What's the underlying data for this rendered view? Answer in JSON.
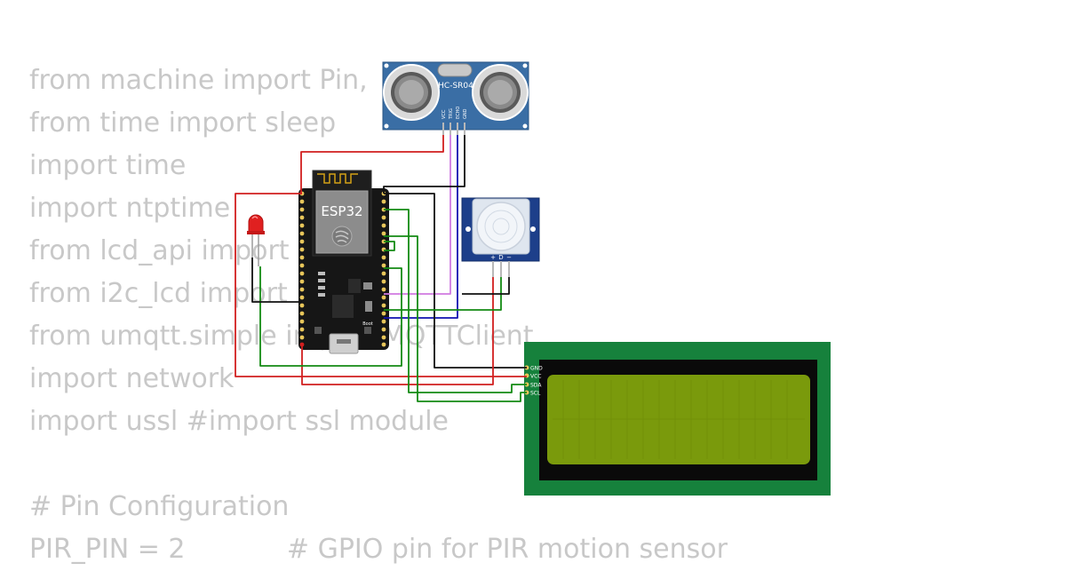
{
  "code_lines": [
    "from machine import Pin, ",
    "from time import sleep",
    "import time",
    "import ntptime",
    "from lcd_api import LcdApi",
    "from i2c_lcd import I2cLcd",
    "from umqtt.simple import MQTTClient",
    "import network",
    "import ussl #import ssl module",
    "",
    "# Pin Configuration",
    "PIR_PIN = 2            # GPIO pin for PIR motion sensor"
  ],
  "components": {
    "ultrasonic": {
      "label": "HC-SR04",
      "pins": [
        "VCC",
        "TRIG",
        "ECHO",
        "GND"
      ]
    },
    "esp32": {
      "label": "ESP32",
      "boot_label": "Boot"
    },
    "pir": {
      "pins": [
        "+",
        "D",
        "−"
      ]
    },
    "lcd": {
      "pins": [
        "GND",
        "VCC",
        "SDA",
        "SCL"
      ]
    }
  },
  "colors": {
    "code_text": "#c8c8c8",
    "wire_red": "#d11f1f",
    "wire_black": "#111111",
    "wire_green": "#138a13",
    "wire_blue": "#1010b0",
    "wire_violet": "#d07ae0",
    "sensor_board": "#3a6ea5",
    "lcd_board": "#16813c",
    "lcd_screen": "#7a9a0c"
  }
}
